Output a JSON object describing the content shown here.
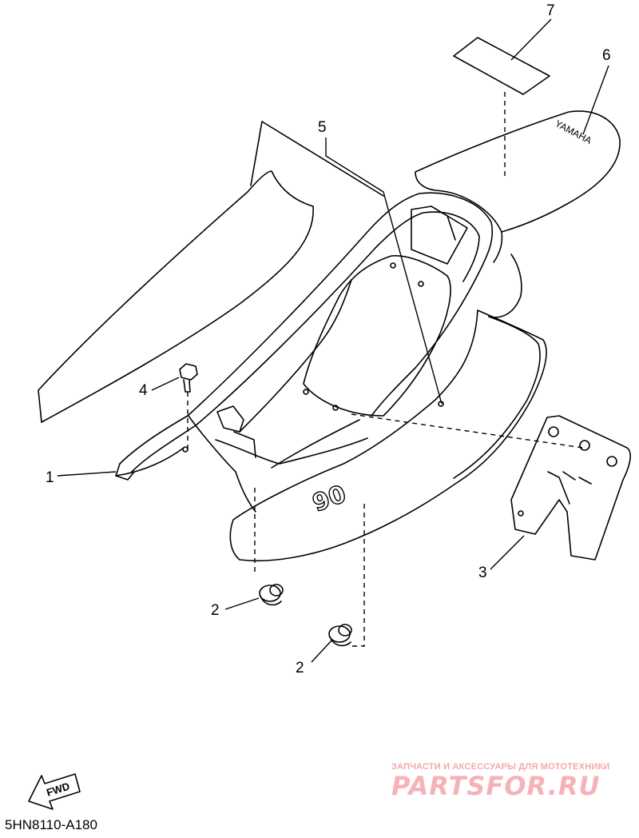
{
  "diagram": {
    "callouts": [
      {
        "id": "1",
        "label": "1"
      },
      {
        "id": "2a",
        "label": "2"
      },
      {
        "id": "2b",
        "label": "2"
      },
      {
        "id": "3",
        "label": "3"
      },
      {
        "id": "4",
        "label": "4"
      },
      {
        "id": "5",
        "label": "5"
      },
      {
        "id": "6",
        "label": "6"
      },
      {
        "id": "7",
        "label": "7"
      }
    ],
    "seat_logo_text": "YAMAHA",
    "side_cover_number": "90",
    "fwd_label": "FWD",
    "diagram_code": "5HN8110-A180"
  },
  "watermark": {
    "tagline": "ЗАПЧАСТИ И АКСЕССУАРЫ ДЛЯ МОТОТЕХНИКИ",
    "brand": "PARTSFOR.RU"
  }
}
